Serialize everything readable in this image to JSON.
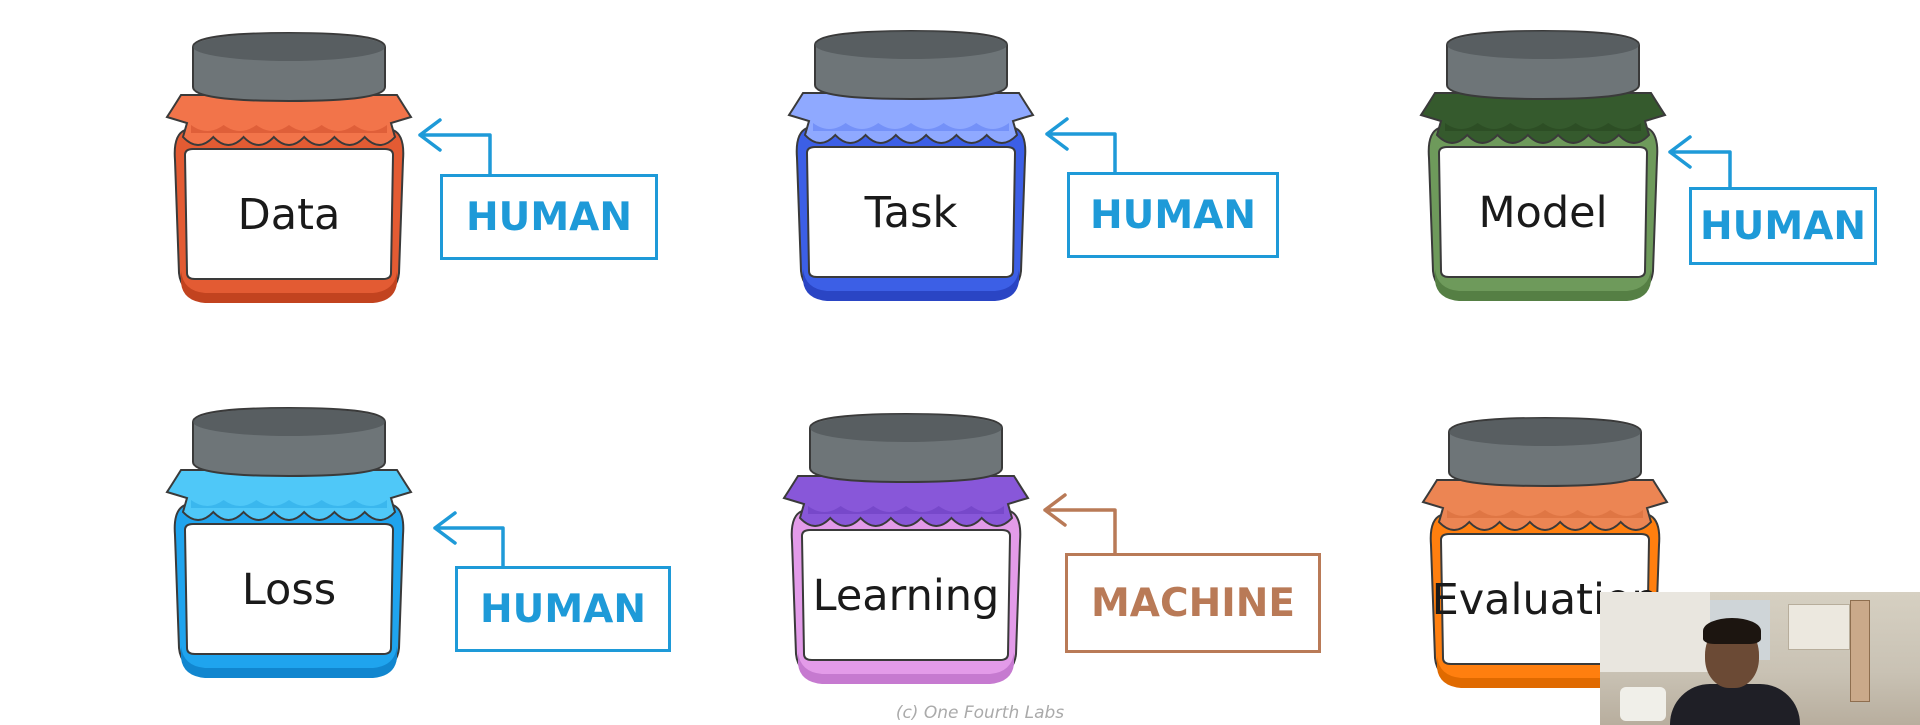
{
  "jars": [
    {
      "id": "data",
      "label": "Data",
      "colors": {
        "cloth": "#f2744a",
        "cloth_dark": "#cf4f2c",
        "body": "#e35b33",
        "body_dark": "#c2431f"
      }
    },
    {
      "id": "task",
      "label": "Task",
      "colors": {
        "cloth": "#8fa9ff",
        "cloth_dark": "#5f7ef2",
        "body": "#3c5fe6",
        "body_dark": "#2a45c4"
      }
    },
    {
      "id": "model",
      "label": "Model",
      "colors": {
        "cloth": "#355a2d",
        "cloth_dark": "#27451f",
        "body": "#6e9a5b",
        "body_dark": "#557f44"
      }
    },
    {
      "id": "loss",
      "label": "Loss",
      "colors": {
        "cloth": "#4fc8f8",
        "cloth_dark": "#2aa9e6",
        "body": "#1fa4ee",
        "body_dark": "#1186cf"
      }
    },
    {
      "id": "learning",
      "label": "Learning",
      "colors": {
        "cloth": "#8857d9",
        "cloth_dark": "#6a3cbd",
        "body": "#e39be9",
        "body_dark": "#c67ad0"
      }
    },
    {
      "id": "evaluation",
      "label": "Evaluation",
      "colors": {
        "cloth": "#ec8553",
        "cloth_dark": "#d66a38",
        "body": "#ff7f0f",
        "body_dark": "#e06a00"
      }
    }
  ],
  "tags": [
    {
      "jar": "data",
      "text": "HUMAN",
      "kind": "human"
    },
    {
      "jar": "task",
      "text": "HUMAN",
      "kind": "human"
    },
    {
      "jar": "model",
      "text": "HUMAN",
      "kind": "human"
    },
    {
      "jar": "loss",
      "text": "HUMAN",
      "kind": "human"
    },
    {
      "jar": "learning",
      "text": "MACHINE",
      "kind": "machine"
    }
  ],
  "colors": {
    "lid": "#6e7578",
    "lid_dark": "#4e5457",
    "label_bg": "#ffffff",
    "human": "#1e9ad8",
    "machine": "#b97a57"
  },
  "footer": "(c) One Fourth Labs"
}
